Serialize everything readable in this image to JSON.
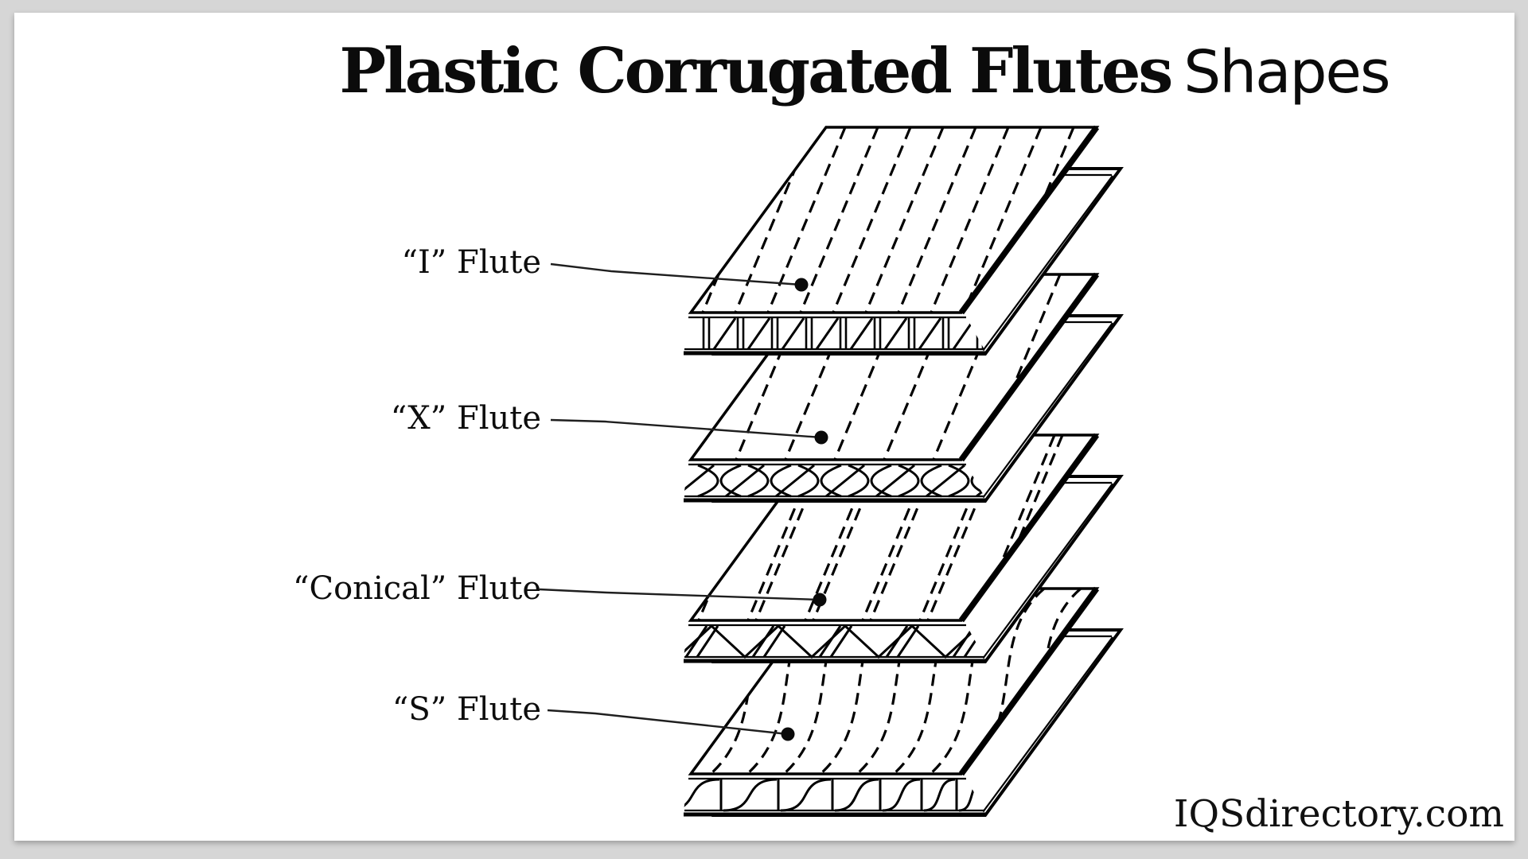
{
  "title": {
    "main": "Plastic Corrugated Flutes",
    "suffix": "Shapes"
  },
  "flutes": [
    {
      "label": "“I” Flute"
    },
    {
      "label": "“X” Flute"
    },
    {
      "label": "“Conical” Flute"
    },
    {
      "label": "“S” Flute"
    }
  ],
  "watermark": "IQSdirectory.com",
  "colors": {
    "background": "#d6d6d6",
    "panel": "#ffffff",
    "ink": "#000000",
    "leader": "#1f1f1f"
  }
}
